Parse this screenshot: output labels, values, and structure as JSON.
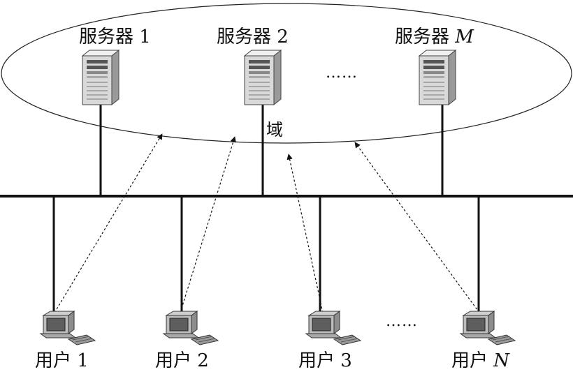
{
  "domain_label": "域",
  "servers": [
    {
      "name": "服务器",
      "index": "1",
      "italic": false
    },
    {
      "name": "服务器",
      "index": "2",
      "italic": false
    },
    {
      "name": "服务器",
      "index": "M",
      "italic": true
    }
  ],
  "server_ellipsis": "……",
  "users": [
    {
      "name": "用户",
      "index": "1",
      "italic": false
    },
    {
      "name": "用户",
      "index": "2",
      "italic": false
    },
    {
      "name": "用户",
      "index": "3",
      "italic": false
    },
    {
      "name": "用户",
      "index": "N",
      "italic": true
    }
  ],
  "user_ellipsis": "……",
  "colors": {
    "line": "#111111",
    "server_body": "#d9d9d9",
    "server_dark": "#8a8a8a",
    "screen": "#6b6b6b"
  }
}
